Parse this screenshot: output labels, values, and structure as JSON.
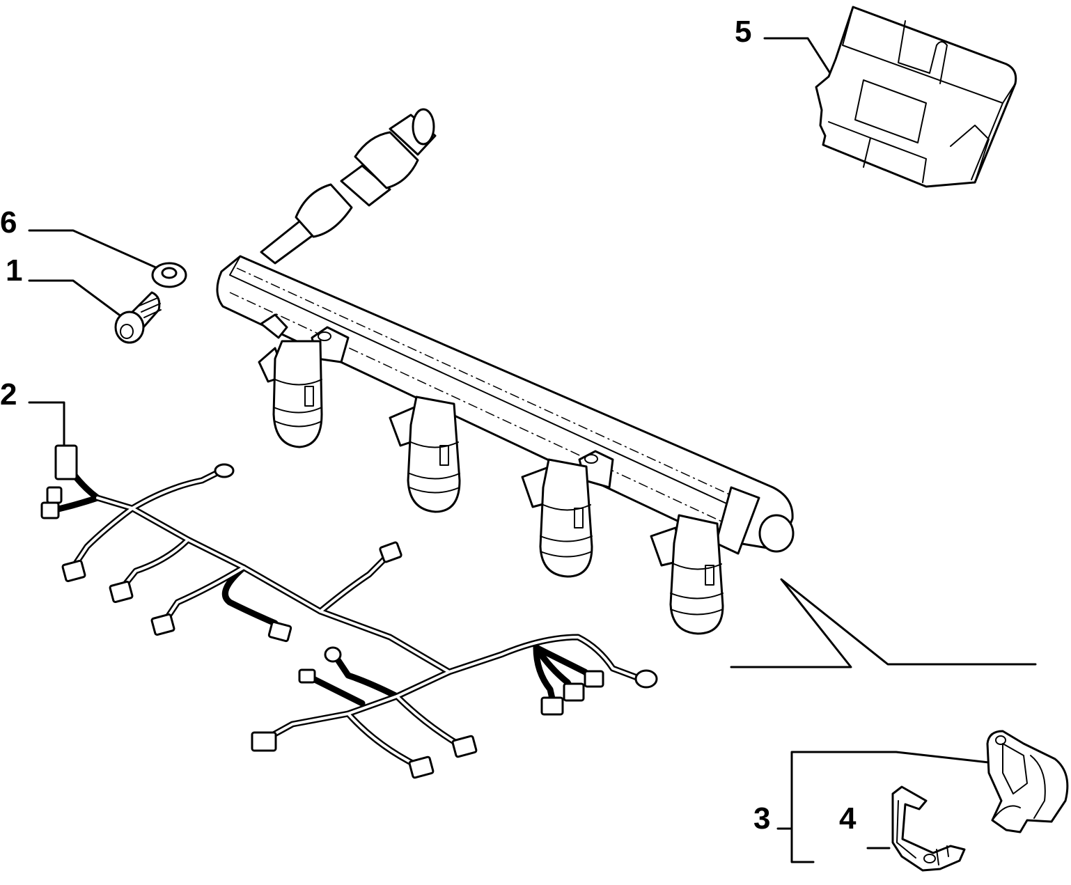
{
  "callouts": [
    {
      "id": "1",
      "label": "1"
    },
    {
      "id": "2",
      "label": "2"
    },
    {
      "id": "3",
      "label": "3"
    },
    {
      "id": "4",
      "label": "4"
    },
    {
      "id": "5",
      "label": "5"
    },
    {
      "id": "6",
      "label": "6"
    }
  ],
  "parts": [
    {
      "callout": "1",
      "icon": "screw-icon"
    },
    {
      "callout": "2",
      "icon": "wiring-harness-icon"
    },
    {
      "callout": "3",
      "icon": "sensor-icon"
    },
    {
      "callout": "4",
      "icon": "bracket-icon"
    },
    {
      "callout": "5",
      "icon": "ecu-icon"
    },
    {
      "callout": "6",
      "icon": "washer-icon"
    }
  ],
  "assemblies": [
    {
      "icon": "fuel-rail-icon"
    },
    {
      "icon": "fuel-injector-icon"
    }
  ]
}
